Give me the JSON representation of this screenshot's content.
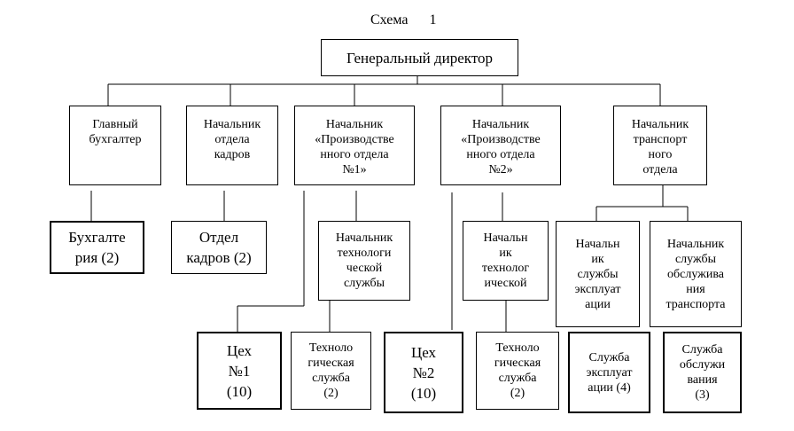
{
  "title": "Схема      1",
  "boxes": {
    "director": "Генеральный директор",
    "chief_accountant": "Главный\nбухгалтер",
    "hr_head": "Начальник\nотдела\nкадров",
    "prod1_head": "Начальник\n«Производстве\nнного отдела\n№1»",
    "prod2_head": "Начальник\n«Производстве\nнного отдела\n№2»",
    "transport_head": "Начальник\nтранспорт\nного\nотдела",
    "accounting": "Бухгалте\nрия (2)",
    "hr_dept": "Отдел\nкадров (2)",
    "tech1_head": "Начальник\nтехнологи\nческой\nслужбы",
    "tech2_head": "Начальн\nик\nтехнолог\nической",
    "ops_head": "Начальн\nик\nслужбы\nэксплуат\nации",
    "maint_head": "Начальник\nслужбы\nобслужива\nния\nтранспорта",
    "workshop1": "Цех\n№1\n(10)",
    "tech1_service": "Техноло\nгическая\nслужба\n(2)",
    "workshop2": "Цех\n№2\n(10)",
    "tech2_service": "Техноло\nгическая\nслужба\n(2)",
    "ops_service": "Служба\nэксплуат\nации (4)",
    "maint_service": "Служба\nобслужи\nвания\n(3)"
  }
}
